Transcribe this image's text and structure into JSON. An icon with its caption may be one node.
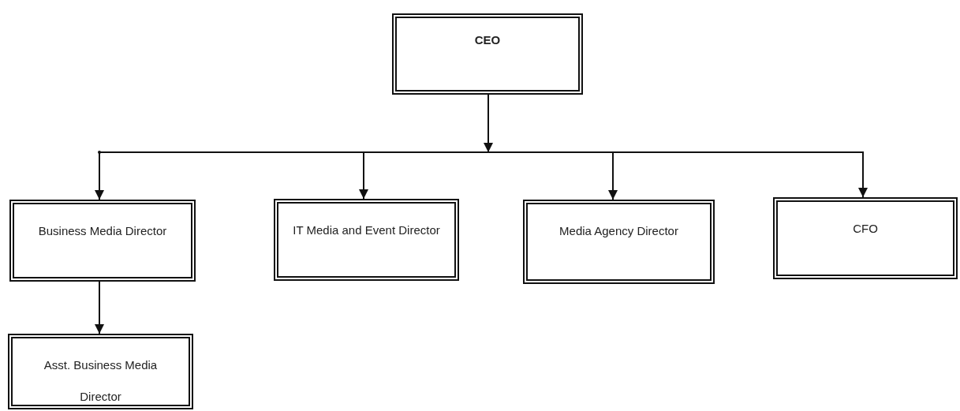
{
  "diagram": {
    "nodes": [
      {
        "text": [
          "CEO"
        ]
      },
      {
        "text": [
          "Business Media Director"
        ]
      },
      {
        "text": [
          "IT Media and Event Director"
        ]
      },
      {
        "text": [
          "Media Agency Director"
        ]
      },
      {
        "text": [
          "CFO"
        ]
      },
      {
        "text": [
          "Asst. Business Media Director"
        ]
      }
    ],
    "edges": [
      {
        "from": 0,
        "to": 1,
        "arrow": "to"
      },
      {
        "from": 0,
        "to": 2,
        "arrow": "to"
      },
      {
        "from": 0,
        "to": 3,
        "arrow": "to"
      },
      {
        "from": 0,
        "to": 4,
        "arrow": "to"
      },
      {
        "from": 1,
        "to": 5,
        "arrow": "to"
      }
    ]
  }
}
